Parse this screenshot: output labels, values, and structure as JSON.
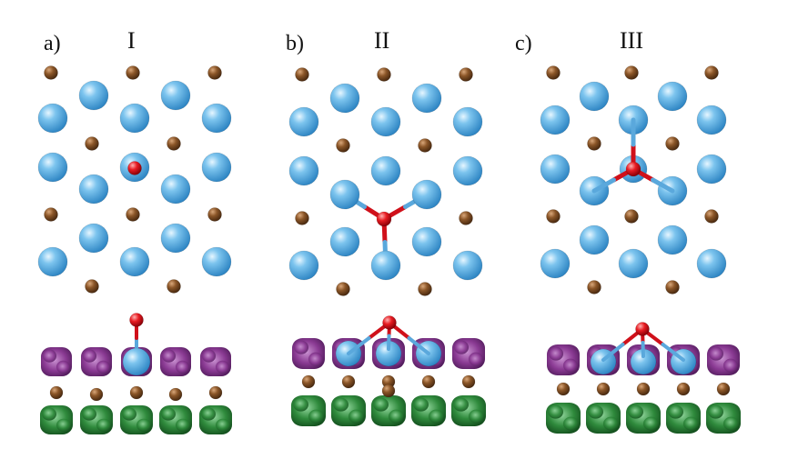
{
  "panels": [
    {
      "letter": "a)",
      "numeral": "I"
    },
    {
      "letter": "b)",
      "numeral": "II"
    },
    {
      "letter": "c)",
      "numeral": "III"
    }
  ],
  "colors": {
    "background": "#ffffff",
    "blue_atom": "#5aaee0",
    "brown_atom": "#7a4a22",
    "red_atom": "#e0141c",
    "bond_blue": "#6bb3e0",
    "bond_red": "#d0101a",
    "purple_density": "#8a3a93",
    "green_density": "#2f8a3c"
  }
}
